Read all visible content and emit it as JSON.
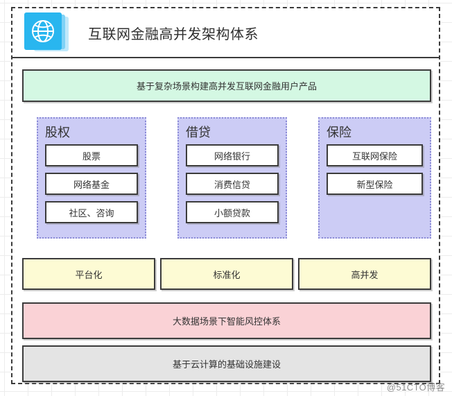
{
  "header": {
    "icon": "globe-stacked-cards-icon",
    "title": "互联网金融高并发架构体系"
  },
  "bands": {
    "green": {
      "label": "基于复杂场景构建高并发互联网金融用户产品",
      "color": "#d4f8e3"
    },
    "pink": {
      "label": "大数据场景下智能风控体系",
      "color": "#fad2d6"
    },
    "gray": {
      "label": "基于云计算的基础设施建设",
      "color": "#e4e4e4"
    }
  },
  "columns": [
    {
      "title": "股权",
      "items": [
        "股票",
        "网络基金",
        "社区、咨询"
      ]
    },
    {
      "title": "借贷",
      "items": [
        "网络银行",
        "消费信贷",
        "小额贷款"
      ]
    },
    {
      "title": "保险",
      "items": [
        "互联网保险",
        "新型保险"
      ]
    }
  ],
  "pillars": [
    {
      "label": "平台化"
    },
    {
      "label": "标准化"
    },
    {
      "label": "高并发"
    }
  ],
  "pillar_color": "#fdfbd4",
  "column_color": "#ccccf5",
  "accent_color": "#29b6ef",
  "watermark": "@51CTO博客"
}
